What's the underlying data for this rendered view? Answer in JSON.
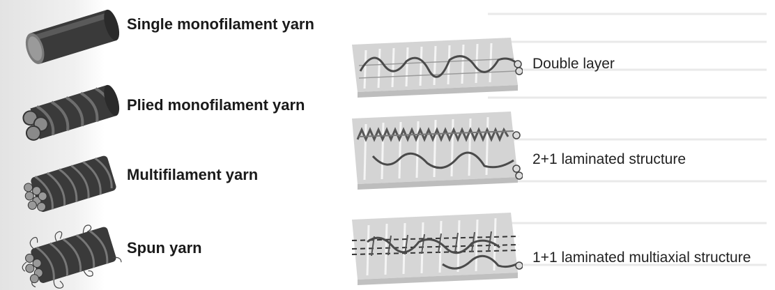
{
  "yarn_types": [
    {
      "label": "Single monofilament yarn",
      "icon": "single-monofilament-yarn-icon"
    },
    {
      "label": "Plied monofilament yarn",
      "icon": "plied-monofilament-yarn-icon"
    },
    {
      "label": "Multifilament yarn",
      "icon": "multifilament-yarn-icon"
    },
    {
      "label": "Spun yarn",
      "icon": "spun-yarn-icon"
    }
  ],
  "fabric_structures": [
    {
      "label": "Double layer",
      "icon": "double-layer-fabric-icon"
    },
    {
      "label": "2+1 laminated structure",
      "icon": "laminated-2-1-fabric-icon"
    },
    {
      "label": "1+1 laminated multiaxial structure",
      "icon": "laminated-1-1-multiaxial-fabric-icon"
    }
  ],
  "colors": {
    "yarn": "#3d3d3d",
    "fabric": "#c9c9c9",
    "ink": "#1a1a1a"
  }
}
